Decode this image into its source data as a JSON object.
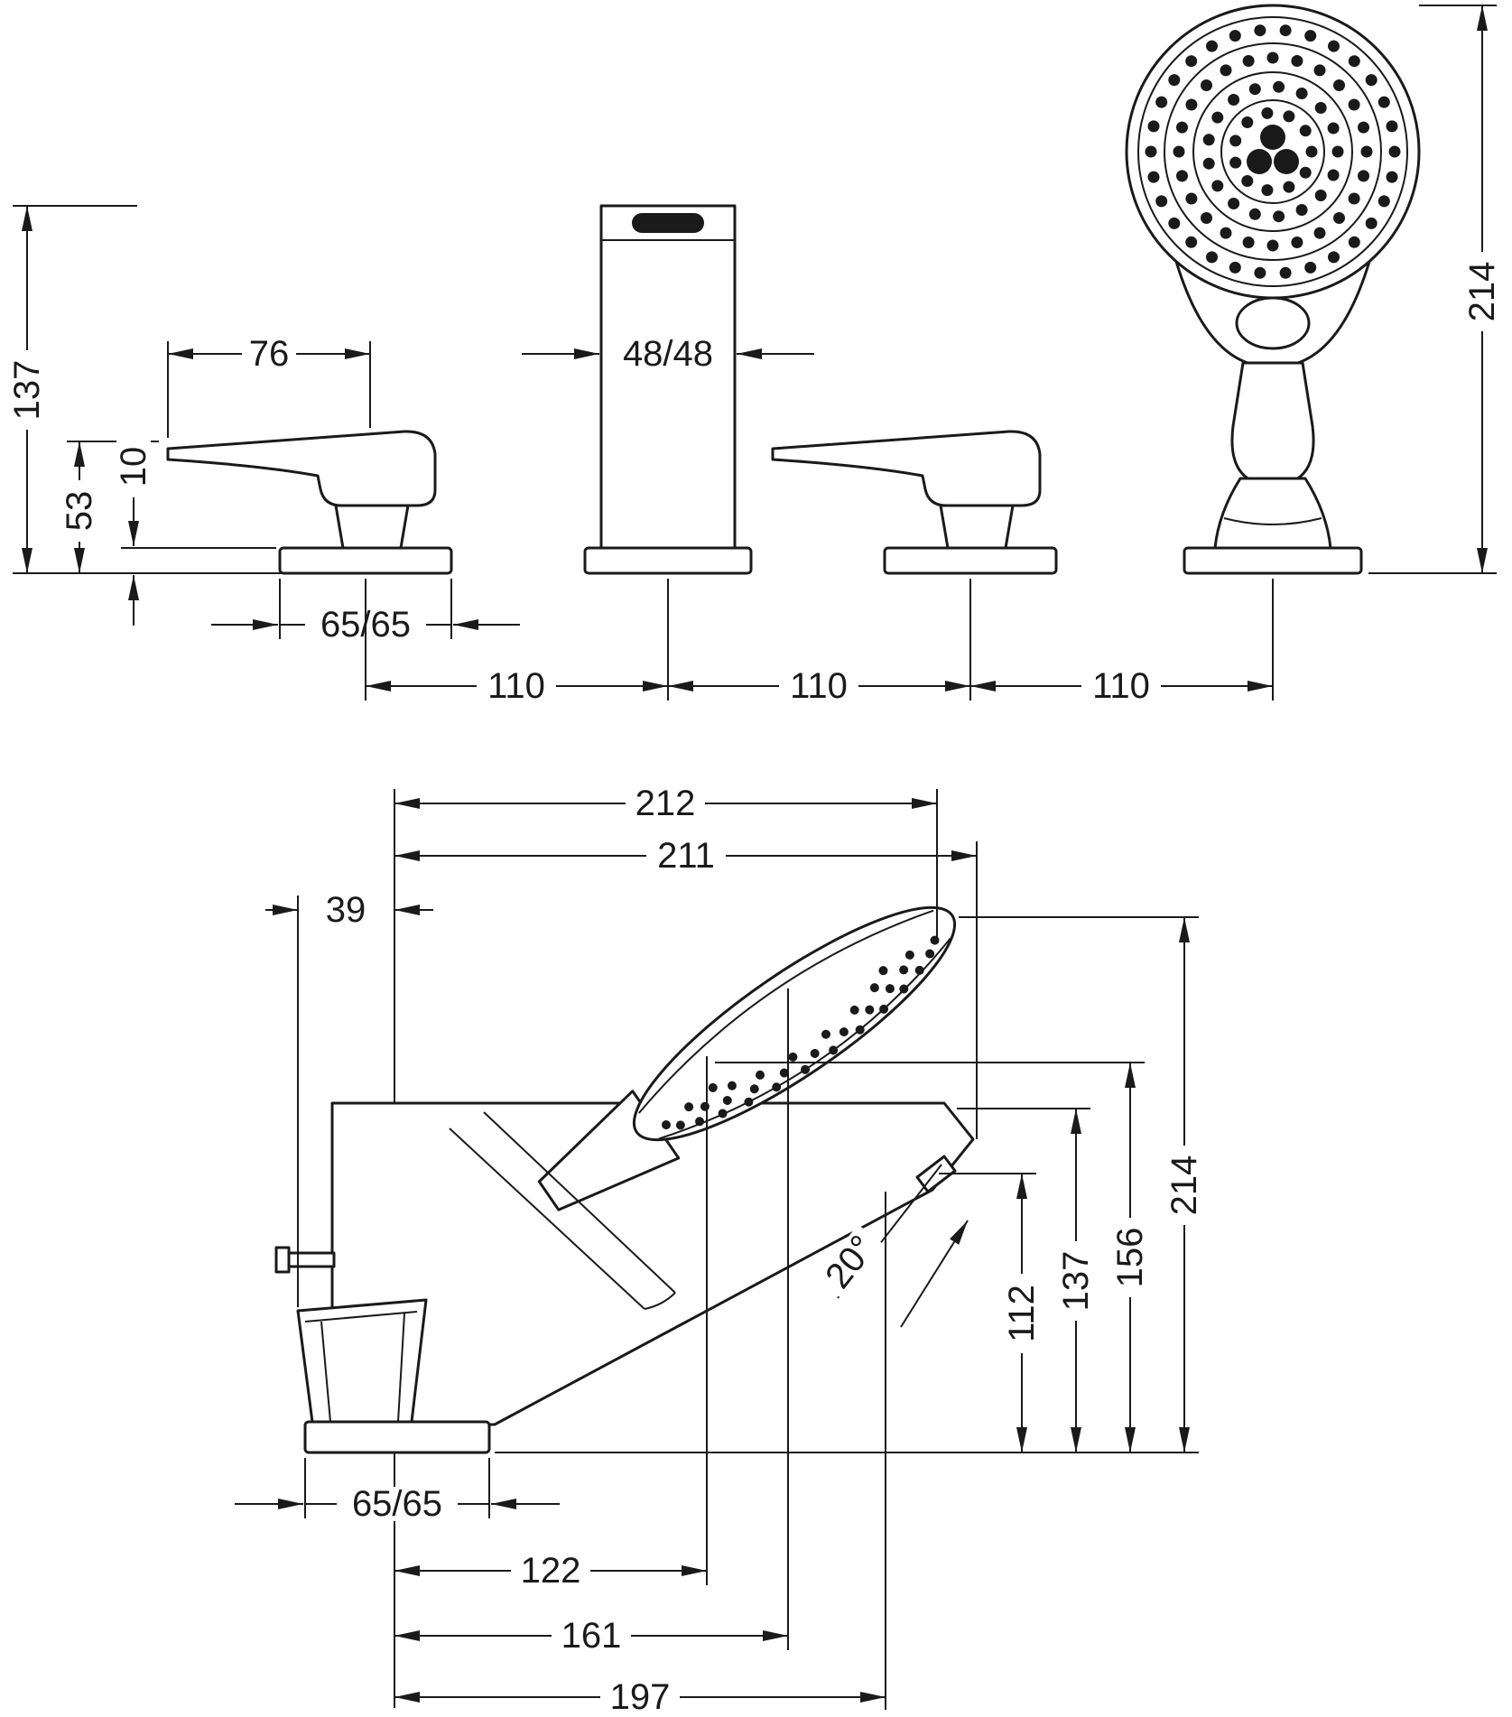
{
  "page": {
    "background": "#ffffff",
    "line_color": "#1a1a1a"
  },
  "top_view": {
    "dims": {
      "spout_height": "137",
      "handle_height": "53",
      "rosette_height": "10",
      "handle_length": "76",
      "spout_section": "48/48",
      "shower_height": "214",
      "rosette_size": "65/65",
      "pitch_1": "110",
      "pitch_2": "110",
      "pitch_3": "110"
    }
  },
  "side_view": {
    "dims": {
      "depth_total": "212",
      "depth_shower": "211",
      "handle_offset": "39",
      "spray_angle": "20°",
      "spout_height": "112",
      "body_height": "137",
      "dock_height": "156",
      "total_height": "214",
      "rosette_size": "65/65",
      "spout_reach": "122",
      "dock_reach": "161",
      "tip_reach": "197"
    }
  }
}
